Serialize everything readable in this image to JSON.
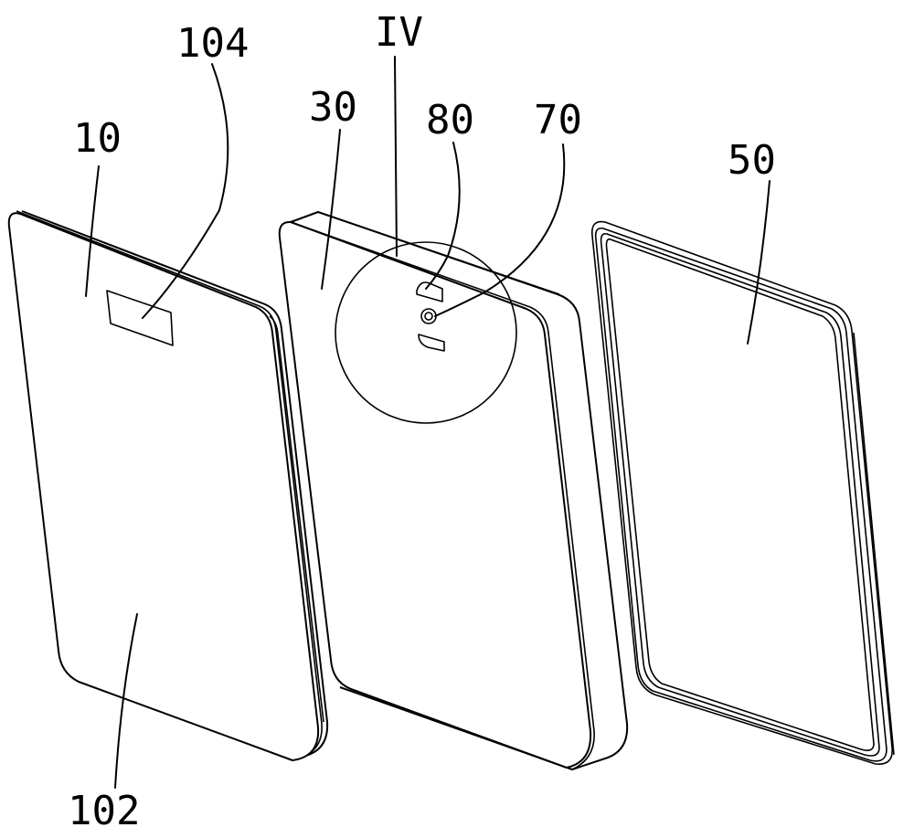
{
  "figure": {
    "labels": {
      "panel_10": "10",
      "window_104": "104",
      "face_102": "102",
      "panel_30": "30",
      "detail_iv": "IV",
      "slot_80": "80",
      "screw_70": "70",
      "frame_50": "50"
    },
    "colors": {
      "line": "#000000",
      "background": "#ffffff"
    }
  }
}
